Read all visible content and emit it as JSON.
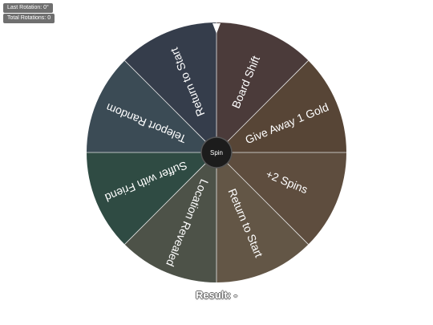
{
  "stats": {
    "last_rotation": "Last Rotation: 0°",
    "total_rotations": "Total Rotations: 0"
  },
  "wheel": {
    "spin_label": "Spin",
    "pointer_color": "#ffffff",
    "segments": [
      {
        "label": "Board Shift",
        "color": "#4b3b3a"
      },
      {
        "label": "Give Away 1 Gold",
        "color": "#574536"
      },
      {
        "label": "+2 Spins",
        "color": "#5e4d3e"
      },
      {
        "label": "Return to Start",
        "color": "#635646"
      },
      {
        "label": "Location Revealed",
        "color": "#4d5248"
      },
      {
        "label": "Suffer with Friend",
        "color": "#2f4b43"
      },
      {
        "label": "Teleport Random",
        "color": "#3b4b55"
      },
      {
        "label": "Return to Start",
        "color": "#353d4b"
      }
    ]
  },
  "result": {
    "text": "Result: -"
  }
}
